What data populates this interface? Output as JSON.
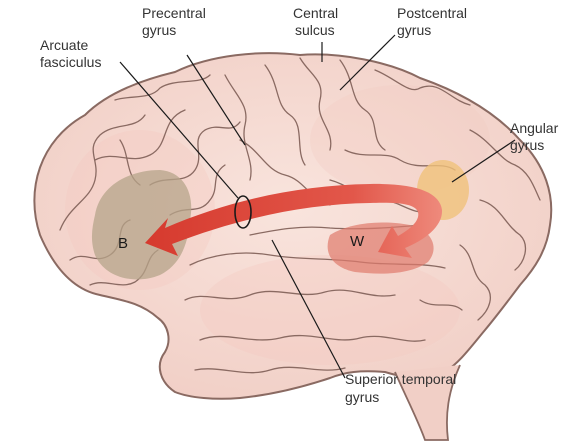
{
  "labels": {
    "precentral_gyrus": [
      "Precentral",
      "gyrus"
    ],
    "central_sulcus": [
      "Central",
      "sulcus"
    ],
    "postcentral_gyrus": [
      "Postcentral",
      "gyrus"
    ],
    "arcuate_fasciculus": [
      "Arcuate",
      "fasciculus"
    ],
    "angular_gyrus": [
      "Angular",
      "gyrus"
    ],
    "superior_temporal_gyrus": [
      "Superior temporal",
      "gyrus"
    ]
  },
  "areas": {
    "broca": "B",
    "wernicke": "W"
  },
  "colors": {
    "brain_fill": "#f4d8d0",
    "brain_outline": "#8a6a62",
    "broca_area": "#b5a48a",
    "wernicke_area": "#e07a6c",
    "angular_area": "#f0c27a",
    "arrow": "#d9493c"
  }
}
